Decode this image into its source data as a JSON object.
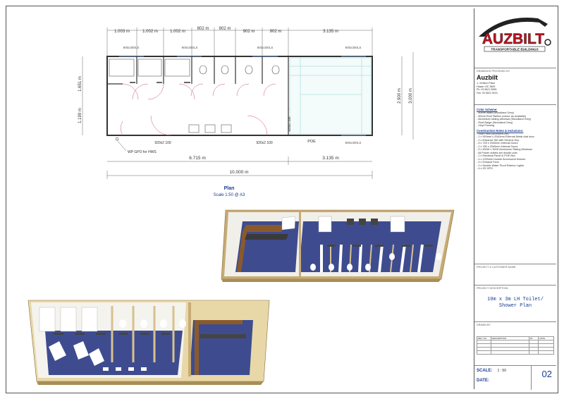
{
  "plan": {
    "top_dims": [
      "1.003 m",
      "1.002 m",
      "1.002 m",
      "802 m",
      "802 m",
      "902 m",
      "902 m",
      "3.135 m"
    ],
    "window_top_labels": [
      "900x300LS",
      "900x300LS",
      "900x300LS",
      "900x300LS"
    ],
    "left_dims": [
      "1.651 m",
      "1.199 m"
    ],
    "right_dims": [
      "2.900 m",
      "3.000 m"
    ],
    "door_label_1": "920x2 100",
    "door_label_2": "920x2 100",
    "door_label_3": "820x2 100",
    "window_bottom_label": "900x300LS",
    "poe_label": "POE",
    "gpo_label": "WP GPO for HWS",
    "bottom_dims": [
      "6.715 m",
      "3.135 m"
    ],
    "overall_dim": "10.000 m",
    "title": "Plan",
    "scale_text": "Scale 1:50 @ A3"
  },
  "logo": {
    "name": "AUZBILT",
    "tagline": "TRANSPORTABLE BUILDINGS"
  },
  "titleblock": {
    "drawing_provided_by_label": "DRAWINGS PROVIDED BY",
    "company": "Auzbilt",
    "address_1": "1, Vivilium Place",
    "address_2": "Hasan VIC 3809",
    "ph": "Ph: 03 5621 5555",
    "fax": "Fax: 03 5621 5241",
    "color_heading": "Color Scheme:",
    "color_items": [
      "- 50mm Walls (Woodland Grey)",
      "- 50mm Roof Skillion (colour as available)",
      "- Aluminium sliding windows (Woodland Grey)",
      "- Roof Barge (Woodland Grey)",
      "- Vinyl Flooring"
    ],
    "notes_heading": "Construction Notes & Inclusions:",
    "notes_items": [
      "- Roof Pitch (300mm/4.2m)",
      "- 1 x 920mm x 2040mm External Metal clad door",
      "- 2 x Entrance Set with Generic Key",
      "- 6 x 725 x 2040mm Internal Doors",
      "- 2 x 780 x 2040mm Internal Doors",
      "- 5 x 900W x 300H Aluminium Sliding Windows",
      "- All Power outlets are double pole.",
      "- 1 x Electrical Panel & POE Box",
      "- 4 x 1200mm Double fluorescent fixtures",
      "- 4 x Exhaust Fans",
      "- 2 x Double Water Proof Exterior Lights",
      "- 4 x 2G GPO"
    ],
    "customer_label": "PROJECT & CUSTOMER NAME:",
    "project_desc_label": "PROJECT DESCRIPTION:",
    "project_desc_1": "10m x 3m LH Toilet/",
    "project_desc_2": "Shower Plan",
    "drawn_by_label": "DRAWN BY",
    "rev_headers": [
      "REV. NO.",
      "DESCRIPTION",
      "BY",
      "DATE"
    ],
    "scale_label": "SCALE:",
    "scale_value": "1 : 50",
    "date_label": "DATE:",
    "sheet_number": "02"
  }
}
